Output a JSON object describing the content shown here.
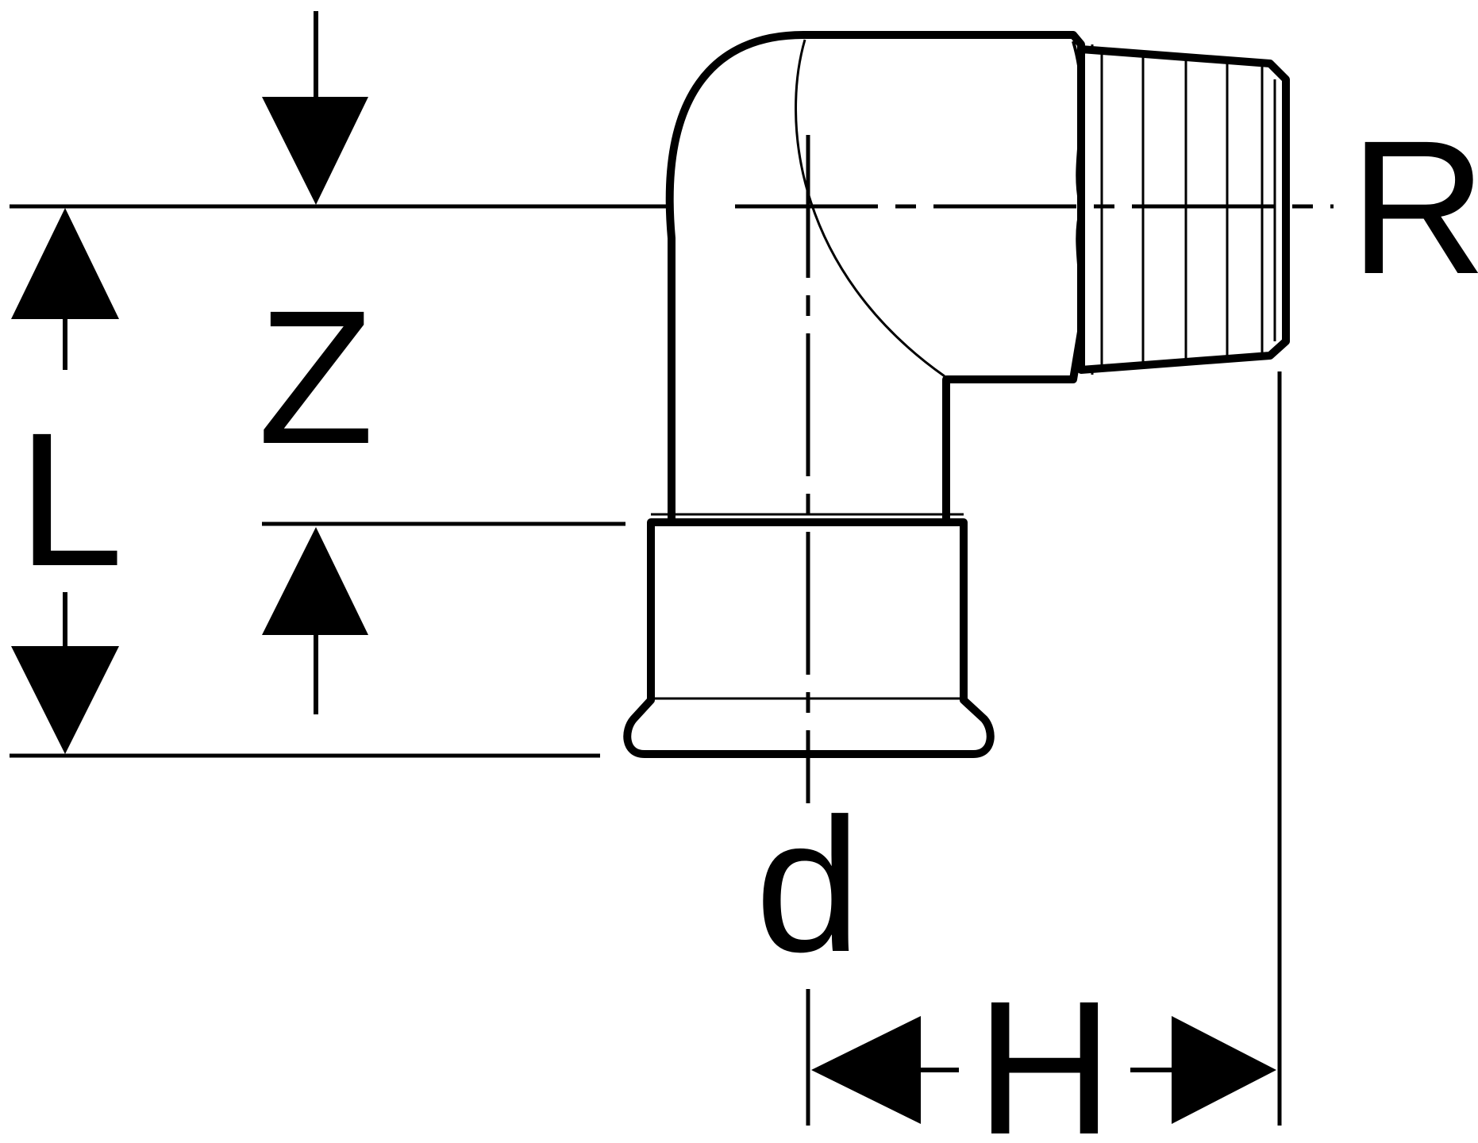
{
  "labels": {
    "z": "Z",
    "l": "L",
    "r": "R",
    "d": "d",
    "h": "H"
  },
  "colors": {
    "stroke": "#000000",
    "background": "#ffffff"
  }
}
